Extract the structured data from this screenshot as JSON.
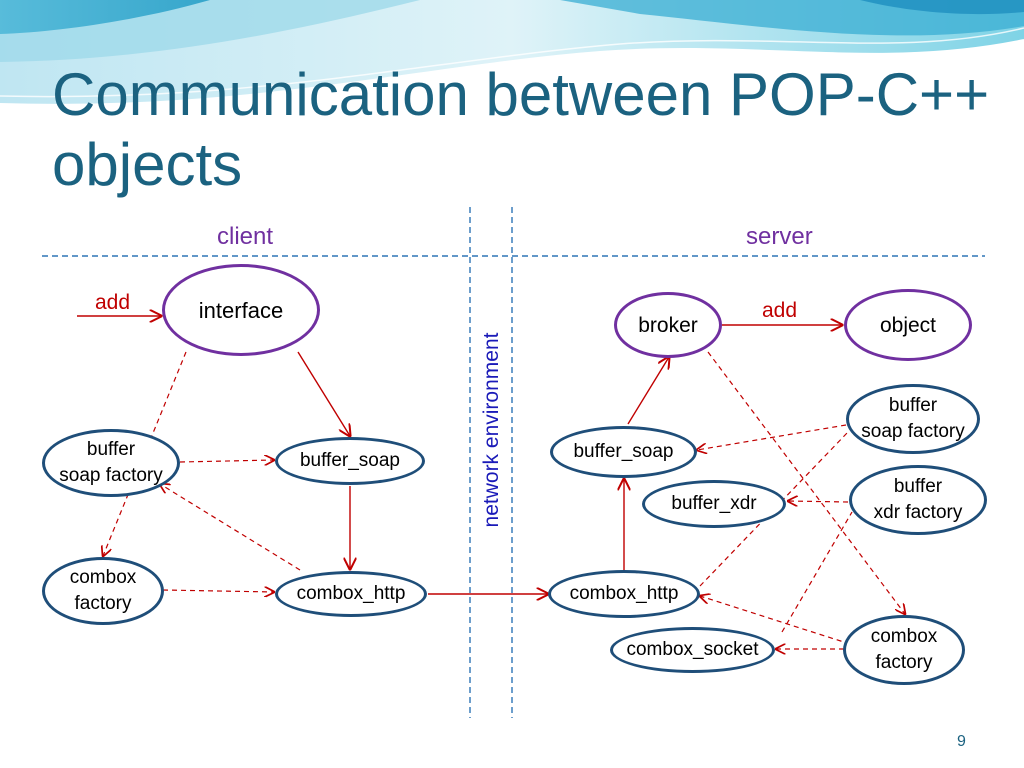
{
  "title": "Communication between POP-C++ objects",
  "sections": {
    "client": "client",
    "server": "server"
  },
  "network_label": "network environment",
  "add_label": "add",
  "client": {
    "interface": "interface",
    "buffer_soap_factory": "buffer\nsoap factory",
    "buffer_soap": "buffer_soap",
    "combox_factory": "combox\nfactory",
    "combox_http": "combox_http"
  },
  "server": {
    "broker": "broker",
    "object": "object",
    "buffer_soap_factory": "buffer\nsoap factory",
    "buffer_soap": "buffer_soap",
    "buffer_xdr_factory": "buffer\nxdr factory",
    "buffer_xdr": "buffer_xdr",
    "combox_http": "combox_http",
    "combox_socket": "combox_socket",
    "combox_factory": "combox\nfactory"
  },
  "page_number": "9",
  "colors": {
    "title": "#1b6280",
    "section": "#7030a0",
    "arrow": "#c00000",
    "divider": "#2e75b6",
    "node_purple_border": "#7030a0",
    "node_blue_border": "#1f4e79",
    "network_label": "#1a1ab8"
  }
}
